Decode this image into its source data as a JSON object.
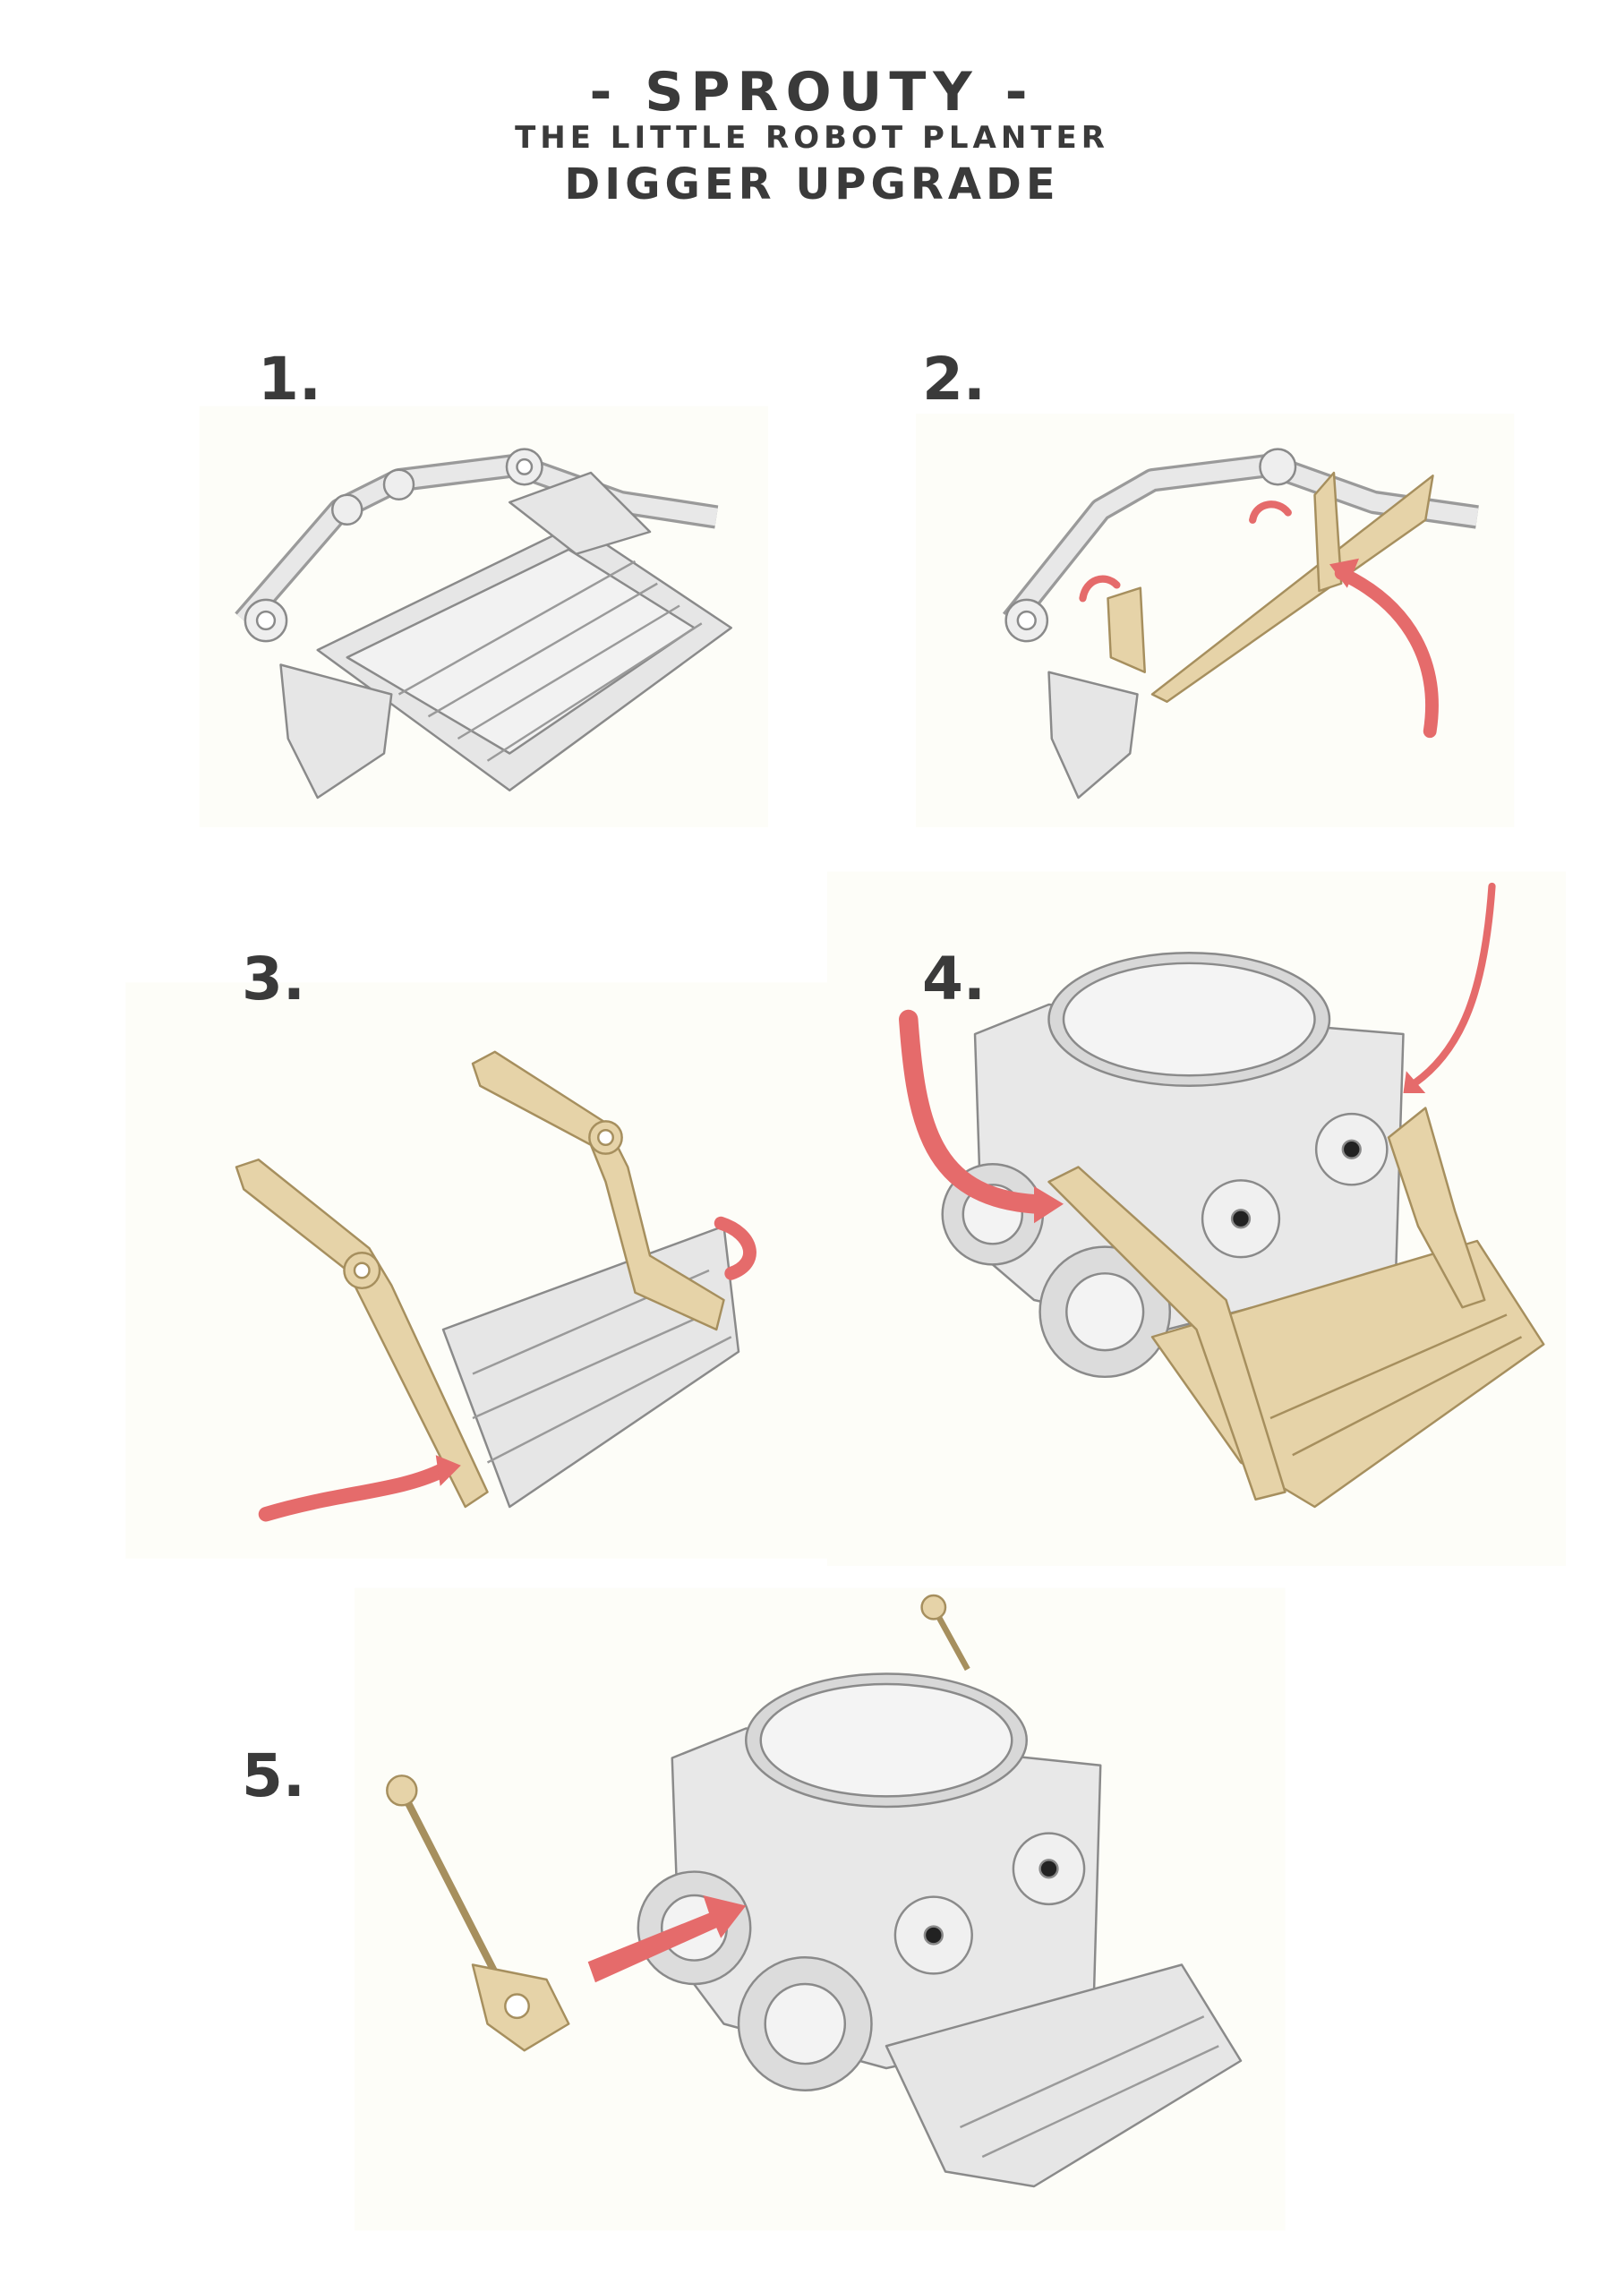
{
  "header": {
    "title": "- SPROUTY -",
    "subtitle": "THE LITTLE ROBOT PLANTER",
    "heading": "DIGGER UPGRADE"
  },
  "steps": [
    {
      "label": "1."
    },
    {
      "label": "2."
    },
    {
      "label": "3."
    },
    {
      "label": "4."
    },
    {
      "label": "5."
    }
  ],
  "colors": {
    "text": "#3a3a3a",
    "part_gray": "#e4e4e4",
    "part_tan": "#e6d3a8",
    "arrow_red": "#e56b6b",
    "panel_bg": "#fdfdf8"
  }
}
